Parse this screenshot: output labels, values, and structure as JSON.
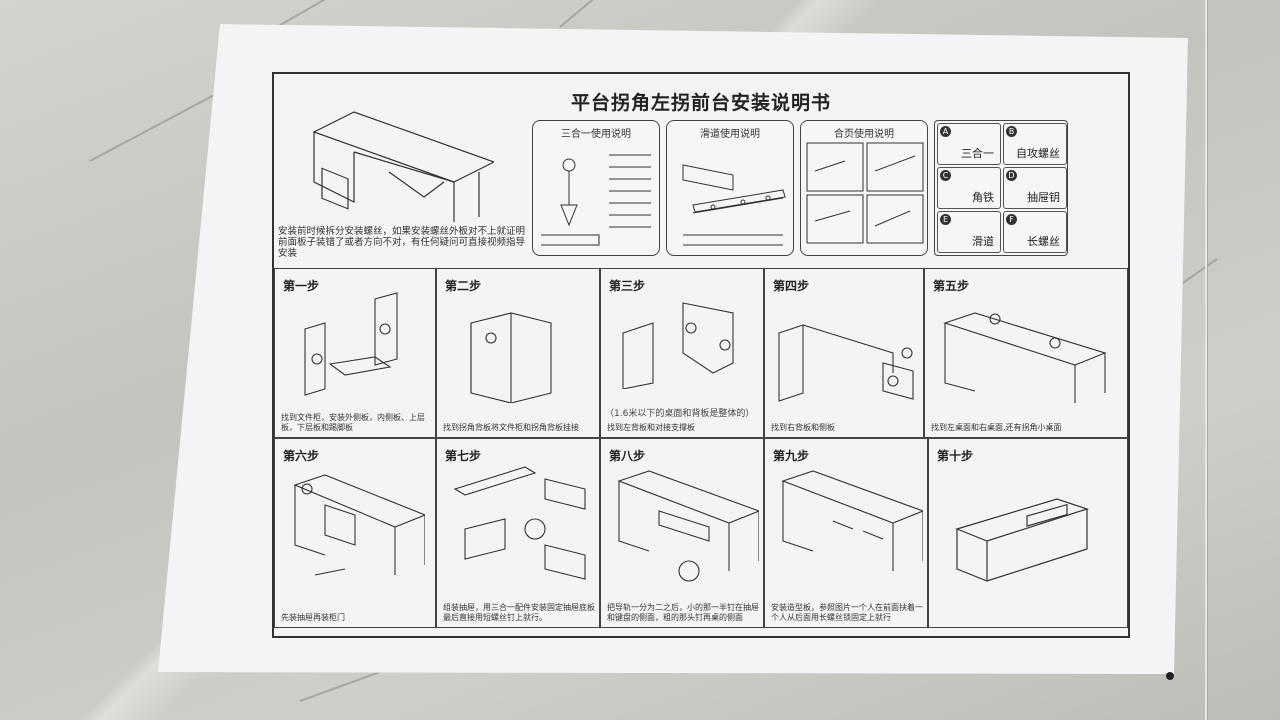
{
  "document": {
    "title": "平台拐角左拐前台安装说明书",
    "intro": "安装前时候拆分安装螺丝，如果安装螺丝外板对不上就证明前面板子装错了或者方向不对，有任何疑问可直接视频指导安装",
    "boxes": [
      {
        "label": "三合一使用说明"
      },
      {
        "label": "滑道使用说明"
      },
      {
        "label": "合页使用说明"
      }
    ],
    "parts": [
      {
        "letter": "A",
        "name": "三合一"
      },
      {
        "letter": "B",
        "name": "自攻螺丝"
      },
      {
        "letter": "C",
        "name": "角铁"
      },
      {
        "letter": "D",
        "name": "抽屉钥"
      },
      {
        "letter": "E",
        "name": "滑道"
      },
      {
        "letter": "F",
        "name": "长螺丝"
      }
    ],
    "steps": [
      {
        "title": "第一步",
        "caption": "找到文件柜，安装外侧板，内侧板、上层板，下层板和踢脚板"
      },
      {
        "title": "第二步",
        "caption": "找到拐角背板将文件柜和拐角背板挂接"
      },
      {
        "title": "第三步",
        "caption": "找到左背板和对接支撑板",
        "note": "（1.6米以下的桌面和背板是整体的）"
      },
      {
        "title": "第四步",
        "caption": "找到右背板和侧板"
      },
      {
        "title": "第五步",
        "caption": "找到左桌面和右桌面,还有拐角小桌面"
      },
      {
        "title": "第六步",
        "caption": "先装抽屉再装柜门"
      },
      {
        "title": "第七步",
        "caption": "组装抽屉，用三合一配件安装固定抽屉底板最后直接用短螺丝钉上就行。"
      },
      {
        "title": "第八步",
        "caption": "把导轨一分为二之后，小的那一半钉在抽屉和键盘的侧面，粗的那头钉再桌的侧面"
      },
      {
        "title": "第九步",
        "caption": "安装造型板，参照图片一个人在前面扶着一个人从后面用长螺丝锁固定上就行"
      },
      {
        "title": "第十步",
        "caption": ""
      }
    ]
  }
}
